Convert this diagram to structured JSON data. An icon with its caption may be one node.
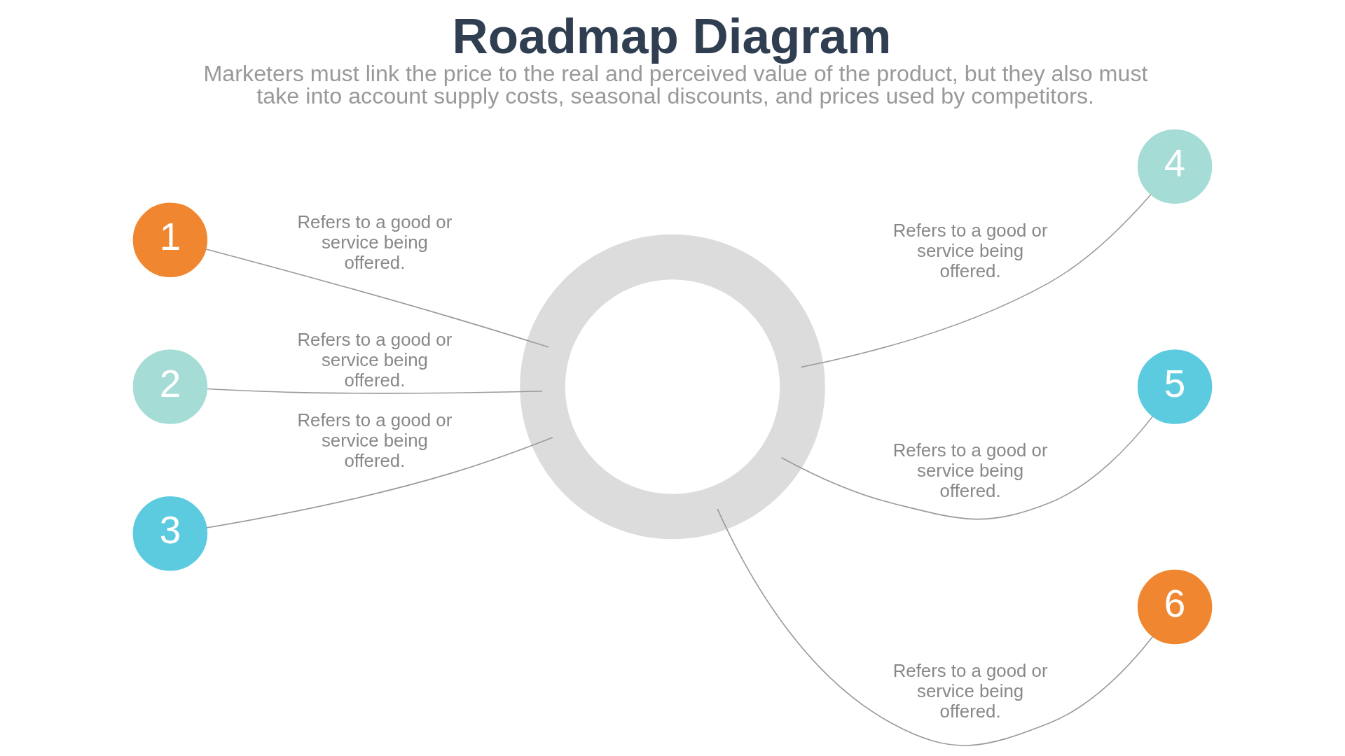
{
  "diagram": {
    "title": "Roadmap Diagram",
    "caption": "Marketers must link the price to the real and perceived value of the product, but they also must take into account supply costs, seasonal discounts, and prices used by competitors.",
    "nodes": [
      {
        "text": [
          "1"
        ]
      },
      {
        "text": [
          "2"
        ]
      },
      {
        "text": [
          "3"
        ]
      },
      {
        "text": [
          "4"
        ]
      },
      {
        "text": [
          "5"
        ]
      },
      {
        "text": [
          "6"
        ]
      },
      {
        "text": [],
        "shape": "circle"
      }
    ],
    "edges": [
      {
        "from": 0,
        "to": 6,
        "arrow": "none",
        "label": "Refers to a good or service being offered."
      },
      {
        "from": 1,
        "to": 6,
        "arrow": "none",
        "label": "Refers to a good or service being offered."
      },
      {
        "from": 2,
        "to": 6,
        "arrow": "none",
        "label": "Refers to a good or service being offered."
      },
      {
        "from": 3,
        "to": 6,
        "arrow": "none",
        "label": "Refers to a good or service being offered."
      },
      {
        "from": 4,
        "to": 6,
        "arrow": "none",
        "label": "Refers to a good or service being offered."
      },
      {
        "from": 5,
        "to": 6,
        "arrow": "none",
        "label": "Refers to a good or service being offered."
      }
    ]
  }
}
